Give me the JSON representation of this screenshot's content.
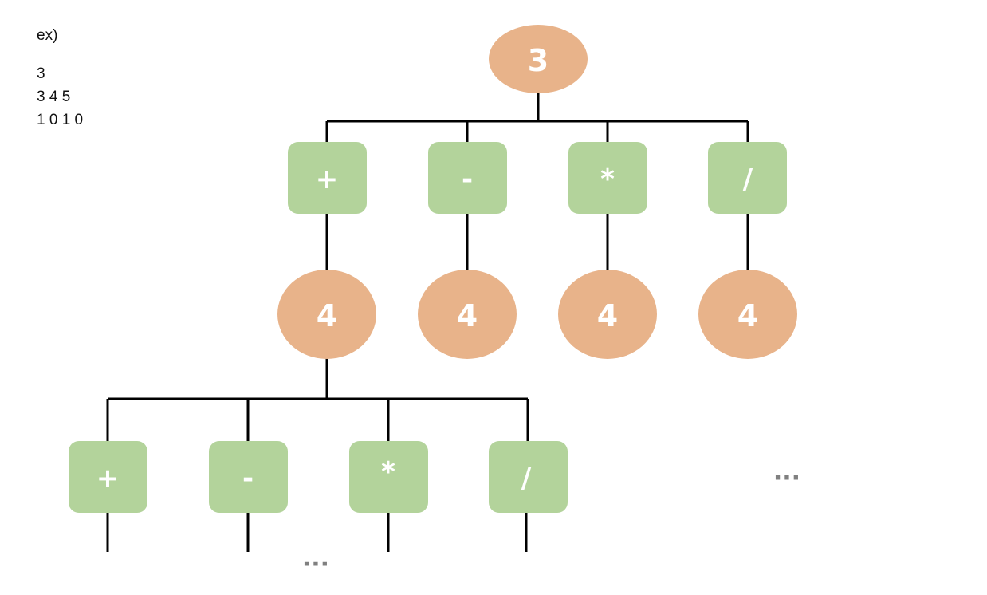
{
  "example": {
    "label": "ex)",
    "lines": [
      "3",
      "3 4 5",
      "1 0 1 0"
    ]
  },
  "colors": {
    "number_node": "#e8b38a",
    "operator_node": "#b3d39b",
    "edge": "#000000",
    "ellipsis": "#808080"
  },
  "tree": {
    "root": "3",
    "level1_operators": [
      "+",
      "-",
      "*",
      "/"
    ],
    "level2_numbers": [
      "4",
      "4",
      "4",
      "4"
    ],
    "level3_operators": [
      "+",
      "-",
      "*",
      "/"
    ],
    "ellipsis_right": "...",
    "ellipsis_bottom": "..."
  }
}
